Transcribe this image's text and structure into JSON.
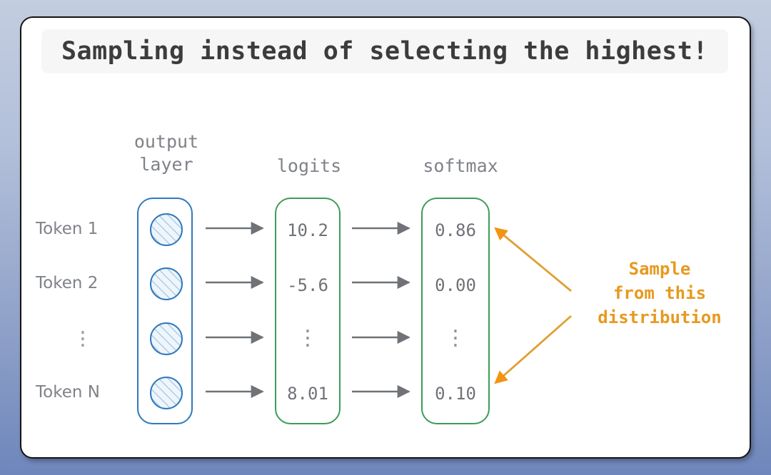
{
  "slide": {
    "title": "Sampling instead of selecting the highest!",
    "background_outer_top": "#c3cde0",
    "background_outer_bottom": "#6e86bb",
    "card_background": "#ffffff",
    "card_border": "#141414"
  },
  "diagram": {
    "colors": {
      "blue": "#2f79bd",
      "green": "#3d9c58",
      "orange": "#e8991f",
      "gray_text": "#7f8288",
      "gray_arrow": "#6f7276"
    },
    "columns": [
      {
        "id": "output-layer",
        "heading": "output\nlayer"
      },
      {
        "id": "logits",
        "heading": "logits"
      },
      {
        "id": "softmax",
        "heading": "softmax"
      }
    ],
    "row_labels": [
      "Token 1",
      "Token 2",
      "⋮",
      "Token N"
    ],
    "logits": [
      "10.2",
      "-5.6",
      "⋮",
      "8.01"
    ],
    "softmax": [
      "0.86",
      "0.00",
      "⋮",
      "0.10"
    ],
    "callout": {
      "text": "Sample\nfrom this\ndistribution",
      "color": "#e8991f"
    }
  }
}
